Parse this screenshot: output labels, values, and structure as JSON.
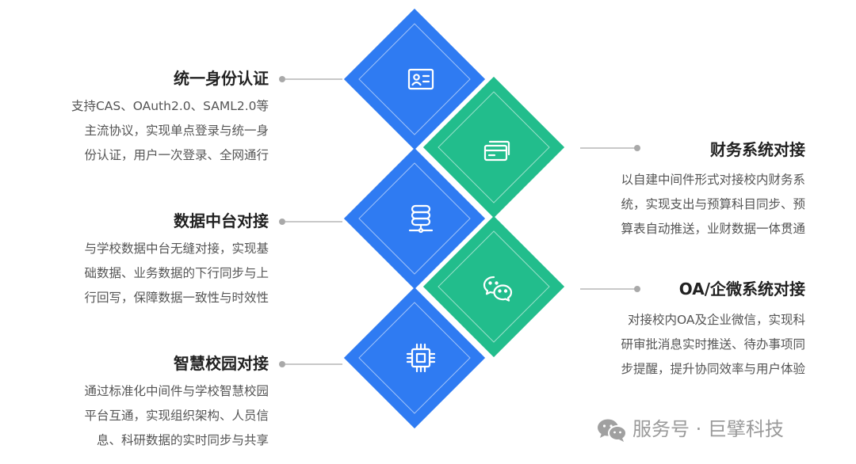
{
  "items": [
    {
      "title": "统一身份认证",
      "lines": [
        "支持CAS、OAuth2.0、SAML2.0等",
        "主流协议，实现单点登录与统一身",
        "份认证，用户一次登录、全网通行"
      ],
      "icon": "id-card-icon",
      "color": "#2f7bf2"
    },
    {
      "title": "财务系统对接",
      "lines": [
        "以自建中间件形式对接校内财务系",
        "统，实现支出与预算科目同步、预",
        "算表自动推送，业财数据一体贯通"
      ],
      "icon": "credit-card-icon",
      "color": "#22bd8c"
    },
    {
      "title": "数据中台对接",
      "lines": [
        "与学校数据中台无缝对接，实现基",
        "础数据、业务数据的下行同步与上",
        "行回写，保障数据一致性与时效性"
      ],
      "icon": "database-icon",
      "color": "#2f7bf2"
    },
    {
      "title": "OA/企微系统对接",
      "lines": [
        "对接校内OA及企业微信，实现科",
        "研审批消息实时推送、待办事项同",
        "步提醒，提升协同效率与用户体验"
      ],
      "icon": "wechat-icon",
      "color": "#22bd8c"
    },
    {
      "title": "智慧校园对接",
      "lines": [
        "通过标准化中间件与学校智慧校园",
        "平台互通，实现组织架构、人员信",
        "息、科研数据的实时同步与共享"
      ],
      "icon": "chip-icon",
      "color": "#2f7bf2"
    }
  ],
  "footer": {
    "text": "服务号 · 巨擘科技",
    "icon": "wechat-logo-icon"
  }
}
